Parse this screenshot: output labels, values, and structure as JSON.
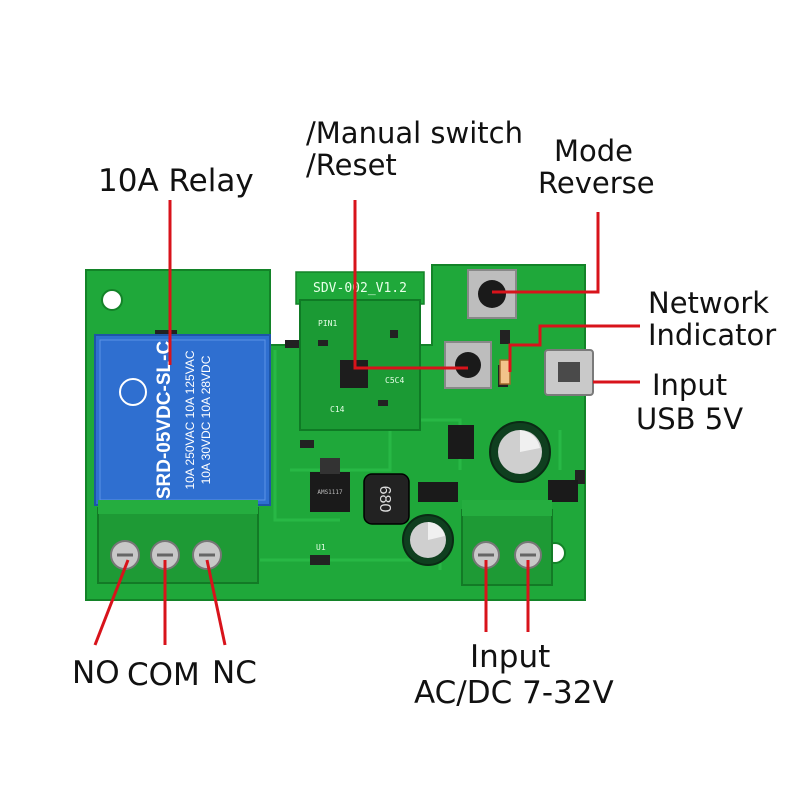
{
  "board": {
    "silkscreen_title": "SDV-002_V1.2",
    "relay_brand_line1": "SRD-05VDC-SL-C",
    "relay_rating_ac": "10A 250VAC  10A 125VAC",
    "relay_rating_dc": "10A 30VDC  10A 28VDC",
    "inductor_marking": "680",
    "regulator_marking": "AMS1117",
    "board_marking_u1": "U1",
    "board_marking_pin1": "PIN1",
    "board_marking_c5": "C5C4",
    "board_marking_c14": "C14"
  },
  "labels": {
    "relay": "10A Relay",
    "manual_switch_line1": "/Manual switch",
    "manual_switch_line2": "/Reset",
    "mode_line1": "Mode",
    "mode_line2": "Reverse",
    "network_line1": "Network",
    "network_line2": "Indicator",
    "usb_line1": "Input",
    "usb_line2": "USB 5V",
    "no": "NO",
    "com": "COM",
    "nc": "NC",
    "power_line1": "Input",
    "power_line2": "AC/DC 7-32V"
  },
  "colors": {
    "pcb": "#1fa83a",
    "pcb_dark": "#168a2e",
    "relay": "#2f6fd0",
    "terminal": "#1e9a35",
    "leader": "#d8131b",
    "text": "#111111"
  }
}
